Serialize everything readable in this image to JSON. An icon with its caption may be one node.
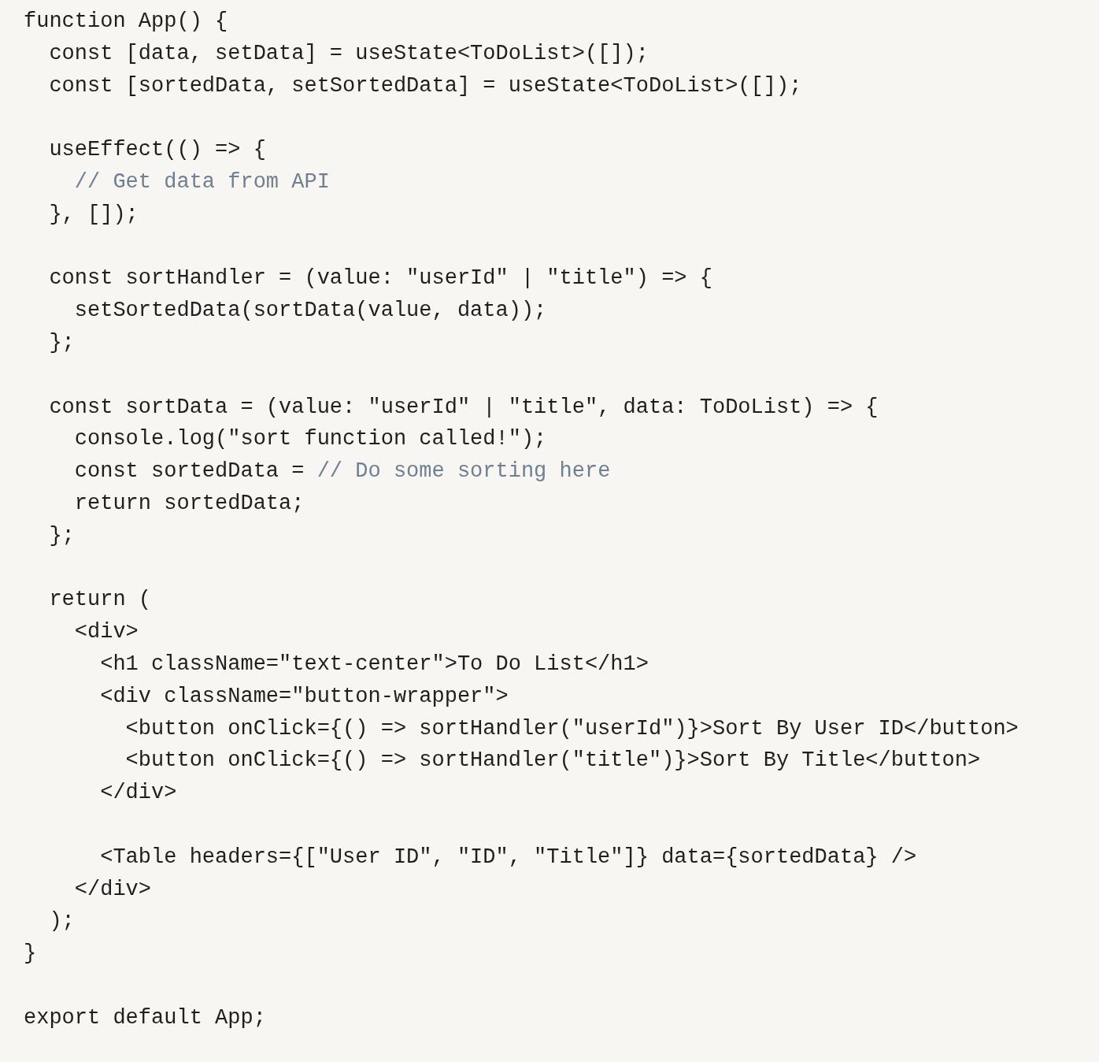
{
  "diagram": {
    "labels": [
      "function App() {",
      "  const [data, setData] = useState<ToDoList>([]);",
      "  const [sortedData, setSortedData] = useState<ToDoList>([]);",
      "  useEffect(() => {",
      "    // Get data from API",
      "  }, []);",
      "  const sortHandler = (value: \"userId\" | \"title\") => {",
      "    setSortedData(sortData(value, data));",
      "  };",
      "  const sortData = (value: \"userId\" | \"title\", data: ToDoList) => {",
      "    console.log(\"sort function called!\");",
      "    const sortedData = // Do some sorting here",
      "    return sortedData;",
      "  };",
      "  return (",
      "    <div>",
      "      <h1 className=\"text-center\">To Do List</h1>",
      "      <div className=\"button-wrapper\">",
      "        <button onClick={() => sortHandler(\"userId\")}>Sort By User ID</button>",
      "        <button onClick={() => sortHandler(\"title\")}>Sort By Title</button>",
      "      </div>",
      "      <Table headers={[\"User ID\", \"ID\", \"Title\"]} data={sortedData} />",
      "    </div>",
      "  );",
      "}",
      "export default App;"
    ]
  }
}
